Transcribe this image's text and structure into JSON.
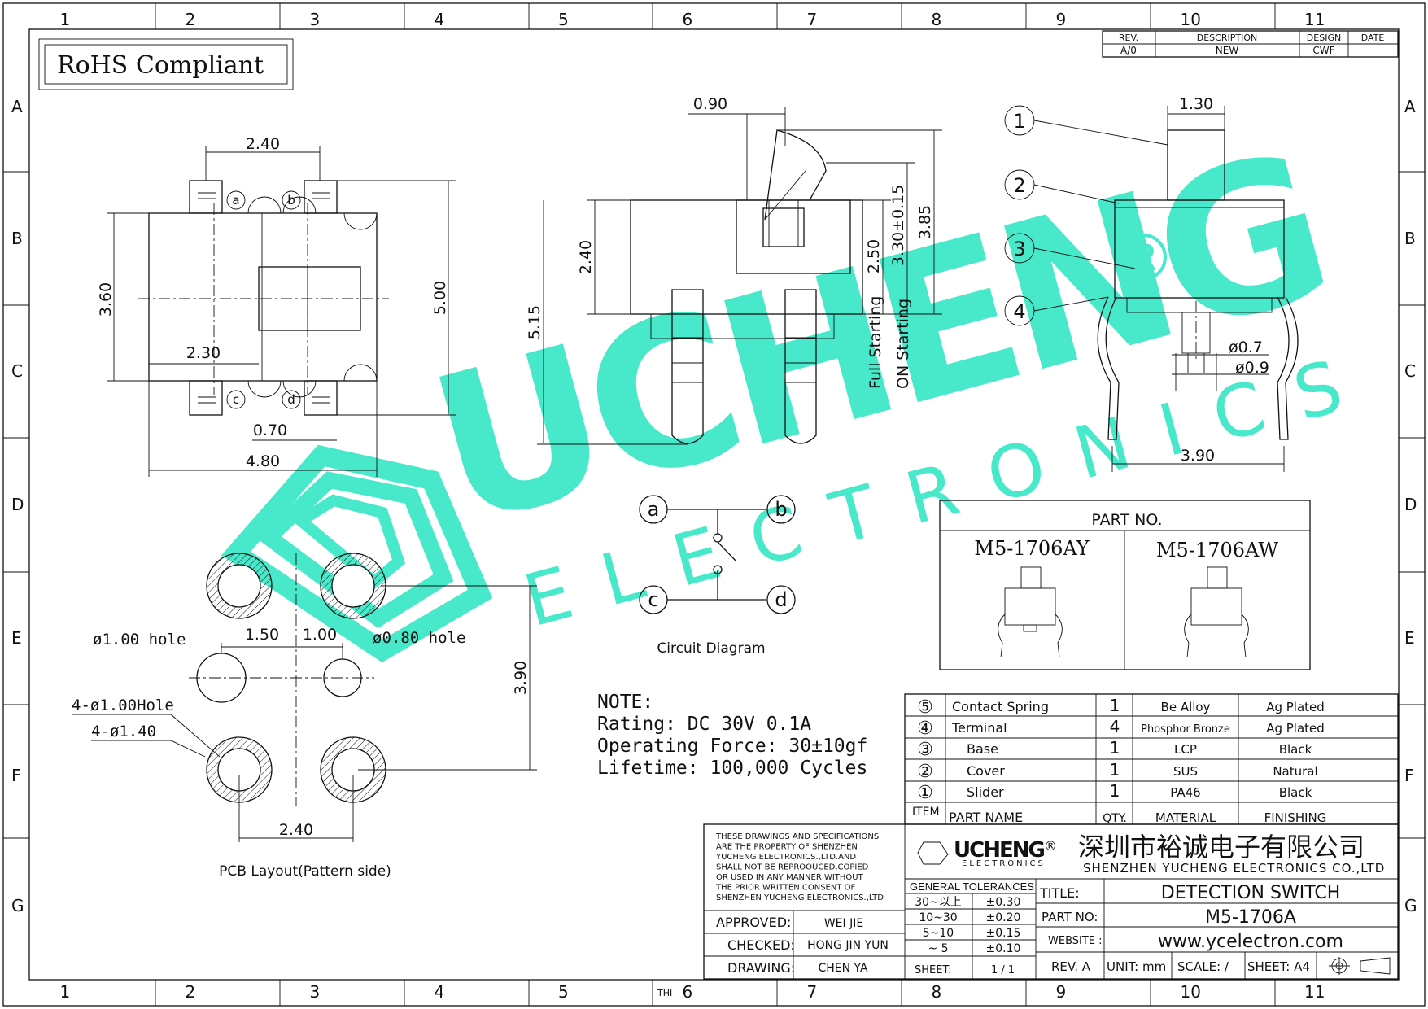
{
  "frame": {
    "columns": [
      "1",
      "2",
      "3",
      "4",
      "5",
      "6",
      "7",
      "8",
      "9",
      "10",
      "11"
    ],
    "rows": [
      "A",
      "B",
      "C",
      "D",
      "E",
      "F",
      "G"
    ],
    "bottom_stamp": "THI"
  },
  "rohs": "RoHS Compliant",
  "revision_table": {
    "headers": [
      "REV.",
      "DESCRIPTION",
      "DESIGN",
      "DATE"
    ],
    "row": [
      "A/0",
      "NEW",
      "CWF",
      ""
    ]
  },
  "watermark": {
    "brand": "UCHENG",
    "sub": "ELECTRONICS",
    "registered": "®"
  },
  "top_view": {
    "dims": {
      "w_top": "2.40",
      "h_body": "3.60",
      "h_total": "5.00",
      "w_inner": "2.30",
      "pin_w": "0.70",
      "w_total": "4.80"
    },
    "pins": [
      "a",
      "b",
      "c",
      "d"
    ]
  },
  "side_view": {
    "dims": {
      "slider": "0.90",
      "body_h": "2.40",
      "h_total": "5.15",
      "h_250": "2.50",
      "h_330": "3.30±0.15",
      "h_385": "3.85"
    },
    "labels": [
      "Full Starting",
      "ON Starting"
    ]
  },
  "end_view": {
    "dims": {
      "top_w": "1.30",
      "d1": "ø0.7",
      "d2": "ø0.9",
      "pin_span": "3.90"
    },
    "callouts": [
      "1",
      "2",
      "3",
      "4"
    ]
  },
  "pcb_layout": {
    "labels": {
      "hole1": "ø1.00  hole",
      "hole2": "ø0.80  hole",
      "d150": "1.50",
      "d100": "1.00",
      "d390": "3.90",
      "hole4": "4-ø1.00Hole",
      "pad4": "4-ø1.40",
      "d240": "2.40"
    },
    "caption": "PCB Layout(Pattern  side)"
  },
  "circuit": {
    "caption": "Circuit  Diagram",
    "nodes": [
      "a",
      "b",
      "c",
      "d"
    ]
  },
  "notes": [
    "NOTE:",
    "Rating:  DC  30V  0.1A",
    "Operating  Force:  30±10gf",
    "Lifetime:  100,000  Cycles"
  ],
  "part_no": {
    "title": "PART  NO.",
    "parts": [
      "M5-1706AY",
      "M5-1706AW"
    ]
  },
  "bom": {
    "rows": [
      {
        "item": "⑤",
        "name": "Contact  Spring",
        "qty": "1",
        "material": "Be  Alloy",
        "finish": "Ag  Plated"
      },
      {
        "item": "④",
        "name": "Terminal",
        "qty": "4",
        "material": "Phosphor  Bronze",
        "finish": "Ag  Plated"
      },
      {
        "item": "③",
        "name": "Base",
        "qty": "1",
        "material": "LCP",
        "finish": "Black"
      },
      {
        "item": "②",
        "name": "Cover",
        "qty": "1",
        "material": "SUS",
        "finish": "Natural"
      },
      {
        "item": "①",
        "name": "Slider",
        "qty": "1",
        "material": "PA46",
        "finish": "Black"
      }
    ],
    "header": {
      "item": "ITEM",
      "name": "PART  NAME",
      "qty": "QTY.",
      "material": "MATERIAL",
      "finish": "FINISHING"
    }
  },
  "title_block": {
    "notice": [
      "THESE DRAWINGS AND SPECIFICATIONS",
      "ARE THE PROPERTY OF SHENZHEN",
      "YUCHENG ELECTRONICS.,LTD.AND",
      "SHALL NOT BE REPROOUCED,COPIED",
      "OR USED IN ANY MANNER WITHOUT",
      "THE PRIOR WRITTEN CONSENT OF",
      "SHENZHEN YUCHENG ELECTRONICS.,LTD"
    ],
    "logo": "UCHENG",
    "logo_sub": "ELECTRONICS",
    "logo_reg": "®",
    "company_cn": "深圳市裕诚电子有限公司",
    "company_en": "SHENZHEN YUCHENG ELECTRONICS CO.,LTD",
    "approved_label": "APPROVED:",
    "approved": "WEI JIE",
    "checked_label": "CHECKED:",
    "checked": "HONG JIN YUN",
    "drawing_label": "DRAWING:",
    "drawing": "CHEN YA",
    "tolerances_title": "GENERAL TOLERANCES",
    "tolerances": [
      [
        "30~以上",
        "±0.30"
      ],
      [
        "10~30",
        "±0.20"
      ],
      [
        "5~10",
        "±0.15"
      ],
      [
        "~ 5",
        "±0.10"
      ]
    ],
    "sheet_label": "SHEET:",
    "sheet": "1 / 1",
    "title_label": "TITLE:",
    "title": "DETECTION SWITCH",
    "partno_label": "PART  NO:",
    "partno": "M5-1706A",
    "website_label": "WEBSITE :",
    "website": "www.ycelectron.com",
    "rev": "REV. A",
    "unit": "UNIT: mm",
    "scale": "SCALE: /",
    "sheet_size": "SHEET: A4"
  }
}
